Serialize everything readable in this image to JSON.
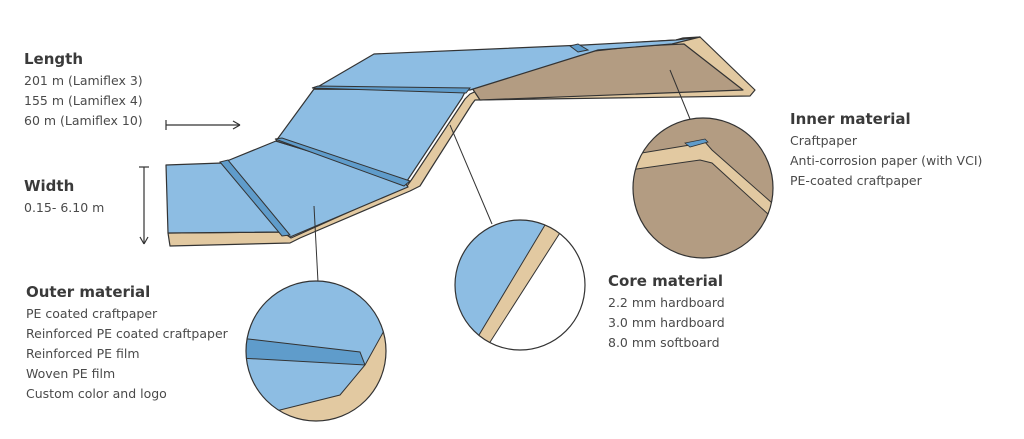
{
  "length": {
    "title": "Length",
    "lines": [
      "201 m (Lamiflex 3)",
      "155 m (Lamiflex 4)",
      "60 m (Lamiflex 10)"
    ]
  },
  "width": {
    "title": "Width",
    "lines": [
      "0.15- 6.10 m"
    ]
  },
  "outer_material": {
    "title": "Outer material",
    "lines": [
      "PE coated craftpaper",
      "Reinforced PE coated craftpaper",
      "Reinforced PE film",
      "Woven PE film",
      "Custom color and logo"
    ]
  },
  "core_material": {
    "title": "Core material",
    "lines": [
      "2.2 mm hardboard",
      "3.0 mm hardboard",
      "8.0 mm softboard"
    ]
  },
  "inner_material": {
    "title": "Inner material",
    "lines": [
      "Craftpaper",
      "Anti-corrosion paper (with VCI)",
      "PE-coated craftpaper"
    ]
  },
  "colors": {
    "outer_blue": "#8dbde3",
    "outer_blue_dark": "#5f9ccb",
    "core_tan": "#e2c9a1",
    "inner_brown": "#b39c82",
    "outline": "#333333"
  }
}
